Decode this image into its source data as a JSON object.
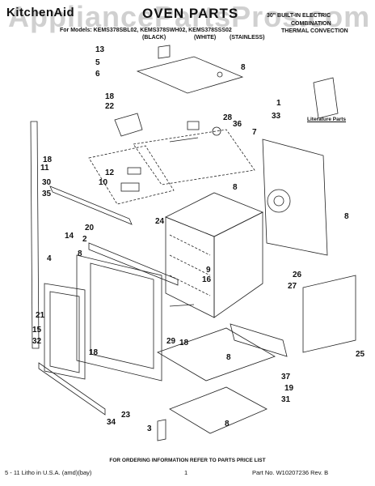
{
  "header": {
    "brand": "KitchenAid",
    "watermark": "AppliancePartsPros.com",
    "title": "OVEN PARTS",
    "models_line": "For Models: KEMS378SBL02, KEMS378SWH02, KEMS378SSS02",
    "finishes": [
      "(BLACK)",
      "(WHITE)",
      "(STAINLESS)"
    ],
    "spec_lines": [
      "30\" BUILT-IN ELECTRIC",
      "COMBINATION",
      "THERMAL CONVECTION"
    ]
  },
  "literature_label": "Literature Parts",
  "callouts": [
    "13",
    "5",
    "6",
    "8",
    "18",
    "22",
    "1",
    "33",
    "28",
    "36",
    "7",
    "18",
    "11",
    "12",
    "10",
    "30",
    "35",
    "8",
    "24",
    "20",
    "14",
    "2",
    "4",
    "8",
    "9",
    "16",
    "26",
    "27",
    "8",
    "21",
    "15",
    "29",
    "18",
    "25",
    "32",
    "18",
    "8",
    "37",
    "19",
    "31",
    "34",
    "23",
    "3",
    "8"
  ],
  "footer": {
    "order_note": "FOR ORDERING INFORMATION REFER TO PARTS PRICE LIST",
    "printed": "5 - 11 Litho in U.S.A. (amd)(bay)",
    "page": "1",
    "part_no": "Part No. W10207236 Rev. B"
  }
}
